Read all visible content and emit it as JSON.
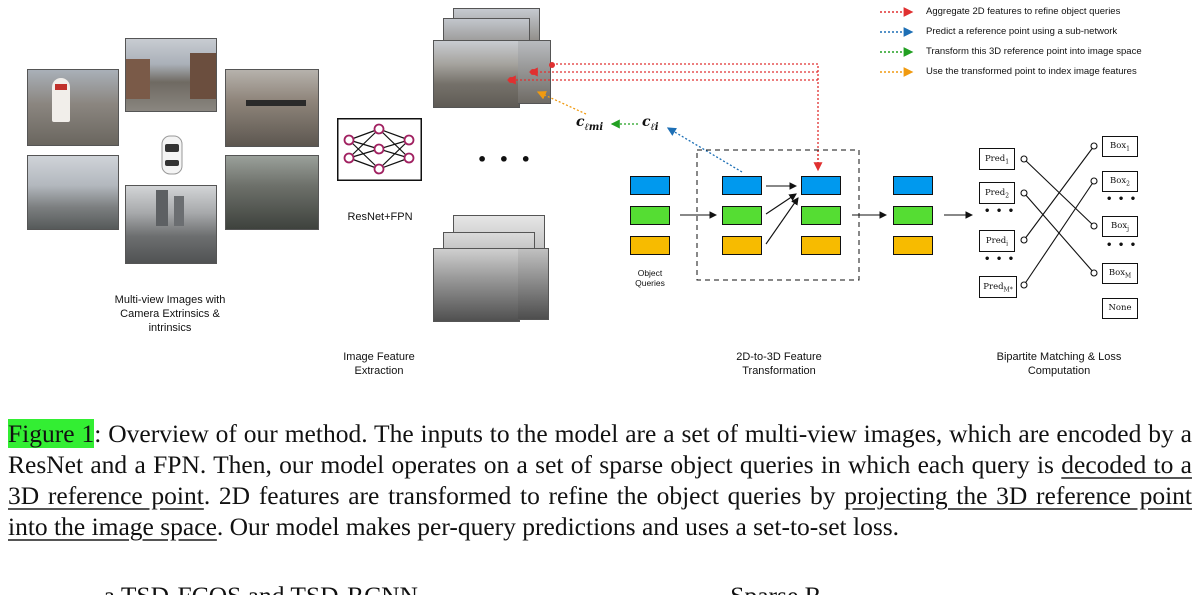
{
  "legend": {
    "items": [
      {
        "label": "Aggregate 2D features to refine object queries",
        "color": "#e03030"
      },
      {
        "label": "Predict a reference point using a sub-network",
        "color": "#1d6fb5"
      },
      {
        "label": "Transform this 3D reference point into image space",
        "color": "#22a022"
      },
      {
        "label": "Use the transformed point to index image features",
        "color": "#f09a10"
      }
    ]
  },
  "labels": {
    "multiview": "Multi-view Images with Camera Extrinsics & intrinsics",
    "resnet": "ResNet+FPN",
    "feature_extraction": "Image Feature Extraction",
    "object_queries": "Object Queries",
    "transformation": "2D-to-3D Feature Transformation",
    "matching": "Bipartite Matching & Loss Computation",
    "c_lmi": "c",
    "c_lmi_sub": "ℓmi",
    "c_li": "c",
    "c_li_sub": "ℓi",
    "dots": "• • •"
  },
  "preds": [
    "Pred",
    "Pred",
    "Pred",
    "Pred"
  ],
  "pred_subs": [
    "1",
    "2",
    "i",
    "M*"
  ],
  "boxes": [
    "Box",
    "Box",
    "Box",
    "Box",
    "None"
  ],
  "box_subs": [
    "1",
    "2",
    "j",
    "M",
    ""
  ],
  "caption": {
    "fig_label": "Figure 1",
    "part1": ": Overview of our method. The inputs to the model are a set of multi-view images, which are encoded by a ResNet and a FPN. Then, our model operates on a set of sparse object queries in which each query is ",
    "underline1": "decoded to a 3D reference point",
    "part2": ".  2D features are transformed to refine the object queries by ",
    "underline2": "projecting the 3D reference point into the image space",
    "part3": ".  Our model makes per-query predictions and uses a set-to-set loss.",
    "next_line": "... ... ... ...a TSD-FCOS and TSD-RCNN ... ... ... ... ... ... ... ... ... ... ... ... Sparse R..."
  },
  "colors": {
    "blue": "#0099ee",
    "green": "#55dd33",
    "yellow": "#f7bb00",
    "highlight": "#33ee33"
  }
}
